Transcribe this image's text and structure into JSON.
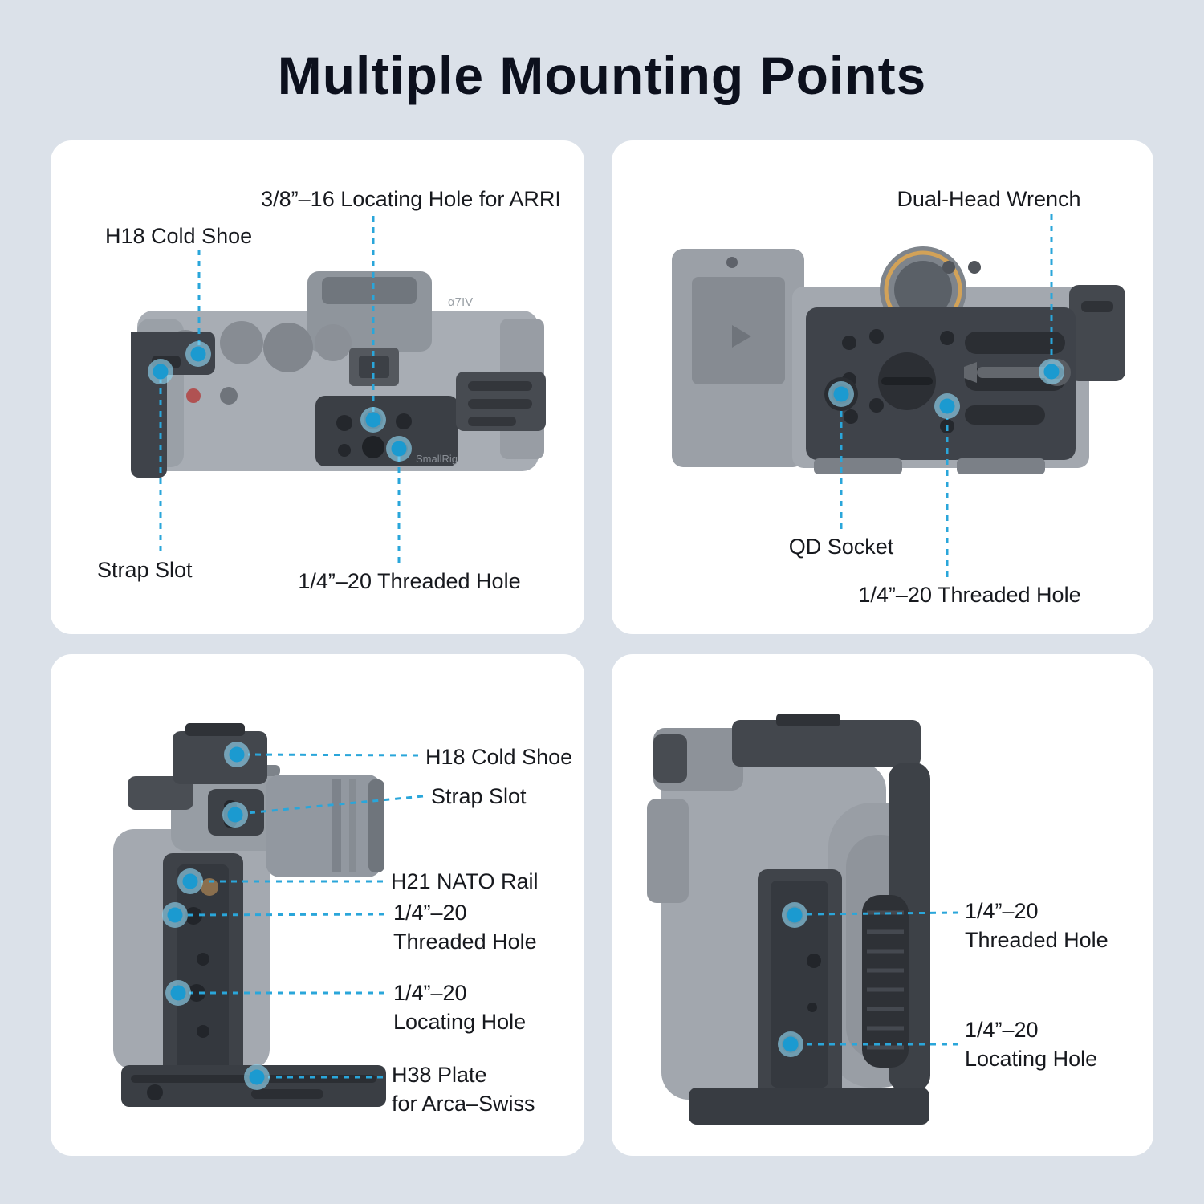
{
  "title": "Multiple Mounting Points",
  "colors": {
    "background": "#dbe1e9",
    "panel": "#ffffff",
    "accent": "#2aa6da",
    "label_text": "#17191e",
    "title_text": "#0c101d"
  },
  "panels": {
    "top_view": {
      "camera_model": "α7IV",
      "brand": "SmallRig",
      "callouts": {
        "arri_hole": "3/8”–16 Locating Hole for ARRI",
        "cold_shoe": "H18 Cold Shoe",
        "strap_slot": "Strap Slot",
        "threaded_hole": "1/4”–20 Threaded Hole"
      }
    },
    "bottom_view": {
      "callouts": {
        "wrench": "Dual-Head Wrench",
        "qd_socket": "QD Socket",
        "threaded_hole": "1/4”–20 Threaded Hole"
      }
    },
    "left_side_view": {
      "callouts": {
        "cold_shoe": "H18 Cold Shoe",
        "strap_slot": "Strap Slot",
        "nato_rail": "H21 NATO Rail",
        "threaded_hole": [
          "1/4”–20",
          "Threaded Hole"
        ],
        "locating_hole": [
          "1/4”–20",
          "Locating Hole"
        ],
        "arca_plate": [
          "H38 Plate",
          "for Arca–Swiss"
        ]
      }
    },
    "right_side_view": {
      "callouts": {
        "threaded_hole": [
          "1/4”–20",
          "Threaded Hole"
        ],
        "locating_hole": [
          "1/4”–20",
          "Locating Hole"
        ]
      }
    }
  }
}
